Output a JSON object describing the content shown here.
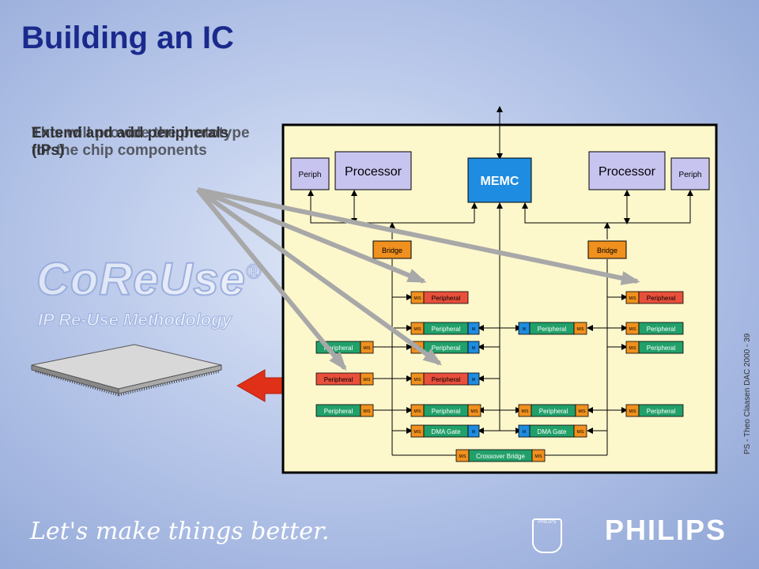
{
  "slide": {
    "title": "Building an IC",
    "caption_overlap_1": "Extend and add peripherals (IPs)",
    "caption_overlap_2": "This will provide the prototype for the chip components",
    "side_note": "PS - Theo Claasen DAC 2000 - 39",
    "slogan": "Let's make things better.",
    "brand": "PHILIPS",
    "shield_text": "PHILIPS"
  },
  "watermark": {
    "logo": "CoReUse",
    "registered": "®",
    "subtitle": "IP Re-Use Methodology"
  },
  "diagram": {
    "memc": "MEMC",
    "processor_left": "Processor",
    "processor_right": "Processor",
    "periph_left": "Periph",
    "periph_right": "Periph",
    "bridge_left": "Bridge",
    "bridge_right": "Bridge",
    "peripheral": "Peripheral",
    "ms": "M/S",
    "m": "M",
    "dma_gate": "DMA Gate",
    "crossover_bridge": "Crossover Bridge"
  },
  "colors": {
    "title": "#1a2a8c",
    "board_bg": "#fdf7cc",
    "memc_blue": "#1e8ce0",
    "processor_lavender": "#c8c4f0",
    "bridge_orange": "#f0901e",
    "peripheral_green": "#22a06a",
    "peripheral_red": "#e8503c",
    "arrow_gray": "#b0b0b0",
    "arrow_red": "#e03018"
  }
}
